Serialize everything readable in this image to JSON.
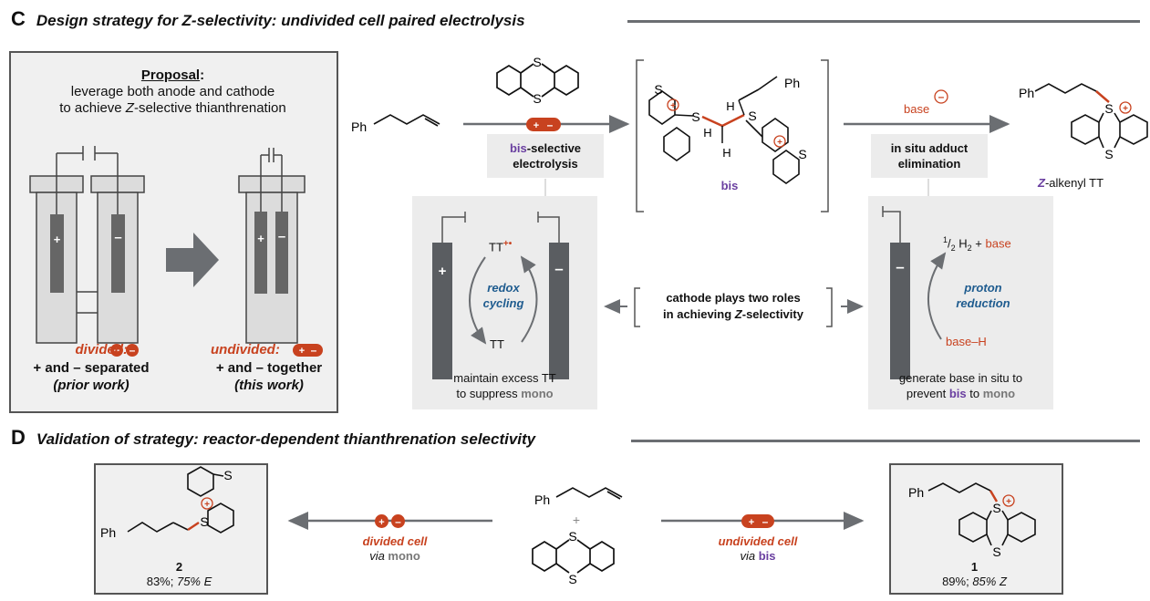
{
  "sectionC": {
    "letter": "C",
    "title": "Design strategy for Z-selectivity:  undivided cell paired electrolysis"
  },
  "sectionD": {
    "letter": "D",
    "title": "Validation of strategy:  reactor-dependent thianthrenation selectivity"
  },
  "proposal": {
    "heading": "Proposal",
    "line1": "leverage both anode and cathode",
    "line2a": "to achieve ",
    "line2b": "Z",
    "line2c": "-selective thianthrenation"
  },
  "divided": {
    "label": "divided:",
    "desc_a": "+ and ",
    "desc_b": "– separated",
    "note": "(prior work)"
  },
  "undivided": {
    "label": "undivided:",
    "desc_a": "+ and ",
    "desc_b": "– together",
    "note": "(this work)"
  },
  "substrate": {
    "ph": "Ph"
  },
  "bisSelective": {
    "a": "bis",
    "b": "-selective",
    "c": "electrolysis"
  },
  "bisLabel": "bis",
  "insitu": {
    "a": "in situ adduct",
    "b": "elimination"
  },
  "base": "base",
  "zAlkenyl": {
    "a": "Z",
    "b": "-alkenyl TT"
  },
  "redox": {
    "tt_top": "TT",
    "tt_top_sup": "+•",
    "tt_bottom": "TT",
    "l1": "redox",
    "l2": "cycling",
    "cap1": "maintain excess TT",
    "cap2a": "to suppress ",
    "cap2b": "mono"
  },
  "cathode": {
    "l1": "cathode plays two roles",
    "l2a": "in achieving ",
    "l2b": "Z",
    "l2c": "-selectivity"
  },
  "proton": {
    "h2a": "1",
    "h2b": "/",
    "h2c": "2",
    "h2d": " H",
    "h2e": "2",
    "h2f": " + ",
    "h2g": "base",
    "l1": "proton",
    "l2": "reduction",
    "baseH": "base–H",
    "cap1": "generate base in situ to",
    "cap2a": "prevent ",
    "cap2b": "bis",
    "cap2c": " to ",
    "cap2d": "mono"
  },
  "product2": {
    "num": "2",
    "yield": "83%; ",
    "sel": "75% E"
  },
  "product1": {
    "num": "1",
    "yield": "89%; ",
    "sel": "85% Z"
  },
  "dividedCell": {
    "a": "divided cell",
    "b": "via ",
    "c": "mono"
  },
  "undividedCell": {
    "a": "undivided cell",
    "b": "via ",
    "c": "bis"
  },
  "atoms": {
    "S": "S",
    "H": "H",
    "plus": "+",
    "minus": "–",
    "Ph": "Ph"
  },
  "colors": {
    "accent": "#c8421f",
    "purple": "#6a3fa0",
    "blue": "#1f5c8f",
    "gray": "#6b6e72"
  }
}
